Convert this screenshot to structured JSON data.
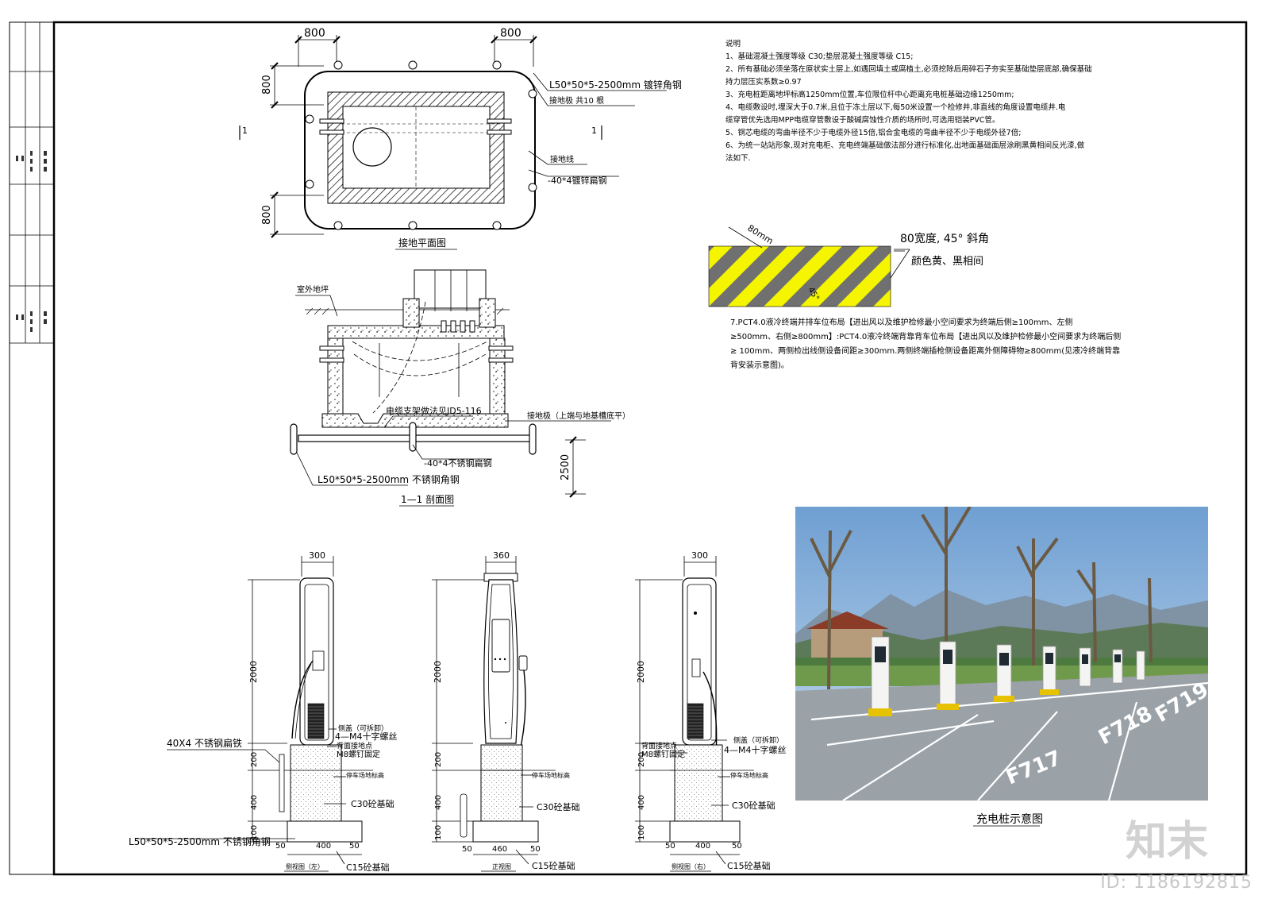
{
  "plan": {
    "dim_top_left": "800",
    "dim_top_right": "800",
    "dim_side_top": "800",
    "dim_side_bottom": "800",
    "angle_label": "L50*50*5-2500mm 镀锌角钢",
    "rod_count": "接地极 共10 根",
    "ground_wire": "接地线",
    "flat_steel": "-40*4镀锌扁钢",
    "section_mark": "1",
    "title": "接地平面图"
  },
  "section": {
    "outdoor_ground": "室外地坪",
    "cable_support": "电缆支架做法见JD5-116",
    "rod_note": "接地极（上端与地基槽底平）",
    "flat_steel": "-40*4不锈钢扁钢",
    "angle_label": "L50*50*5-2500mm 不锈钢角钢",
    "depth": "2500",
    "title": "1—1 剖面图"
  },
  "notes": {
    "heading": "说明",
    "lines": [
      "1、基础混凝土强度等级  C30;垫层混凝土强度等级  C15;",
      "2、所有基础必须坐落在原状实土层上,如遇回填土或腐植土,必须挖除后用碎石子夯实至基础垫层底部,确保基础",
      "持力层压实系数≥0.97",
      "3、充电桩距离地坪标高1250mm位置,车位限位杆中心距离充电桩基础边缘1250mm;",
      "4、电缆敷设时,埋深大于0.7米,且位于冻土层以下,每50米设置一个检修井,非直线的角度设置电缆井.电",
      "缆穿管优先选用MPP电缆穿管敷设于酸碱腐蚀性介质的场所时,可选用铠装PVC管。",
      "5、铜芯电缆的弯曲半径不少于电缆外径15倍,铝合金电缆的弯曲半径不少于电缆外径7倍;",
      "6、为统一站站形象,现对充电柜、充电终端基础做法部分进行标准化,出地面基础面层涂刷黑黄相间反光漆,做",
      "法如下."
    ],
    "note7": [
      "7.PCT4.0液冷终端并排车位布局【进出风以及维护检修最小空间要求为终端后侧≥100mm、左侧",
      "≥500mm、右侧≥800mm】:PCT4.0液冷终端背靠背车位布局【进出风以及维护检修最小空间要求为终端后侧",
      "≥ 100mm、两侧检出线侧设备间距≥300mm.两侧终端插枪侧设备距离外侧障碍物≥800mm(见液冷终端背靠",
      "背安装示意图)。"
    ]
  },
  "stripe": {
    "width_dim": "80mm",
    "angle_dim": "45°",
    "label1": "80宽度, 45° 斜角",
    "label2": "颜色黄、黑相间",
    "color_yellow": "#f5f500",
    "color_gray": "#707070"
  },
  "elevations": {
    "left": {
      "width": "300",
      "height": "2000",
      "dim_200": "200",
      "dim_400": "400",
      "dim_100": "100",
      "flat_iron": "40X4 不锈钢扁铁",
      "side_cover": "侧盖（可拆卸）",
      "screw": "4—M4十字螺丝",
      "back_ground": "背面接地点",
      "m8": "M8螺钉固定",
      "parking_mark": "停车场地标高",
      "c30": "C30砼基础",
      "angle_steel": "L50*50*5-2500mm 不锈钢角钢",
      "base_w": "400",
      "margin_l": "50",
      "margin_r": "50",
      "c15": "C15砼基础",
      "title": "侧视图（左）"
    },
    "front": {
      "width": "360",
      "height": "2000",
      "dim_200": "200",
      "dim_400": "400",
      "dim_100": "100",
      "parking_mark": "停车场地标高",
      "c30": "C30砼基础",
      "base_w": "460",
      "margin_l": "50",
      "margin_r": "50",
      "c15": "C15砼基础",
      "title": "正视图"
    },
    "right": {
      "width": "300",
      "height": "2000",
      "dim_200": "200",
      "dim_400": "400",
      "dim_100": "100",
      "back_ground": "背面接地点",
      "m8": "M8螺钉固定",
      "side_cover": "侧盖（可拆卸）",
      "screw": "4—M4十字螺丝",
      "parking_mark": "停车场地标高",
      "c30": "C30砼基础",
      "base_w": "400",
      "margin_l": "50",
      "margin_r": "50",
      "c15": "C15砼基础",
      "title": "侧视图（右）"
    }
  },
  "photo": {
    "caption": "充电桩示意图",
    "spot_labels": [
      "F717",
      "F718",
      "F719"
    ]
  },
  "watermark": {
    "logo": "知末",
    "id": "ID: 1186192815"
  }
}
